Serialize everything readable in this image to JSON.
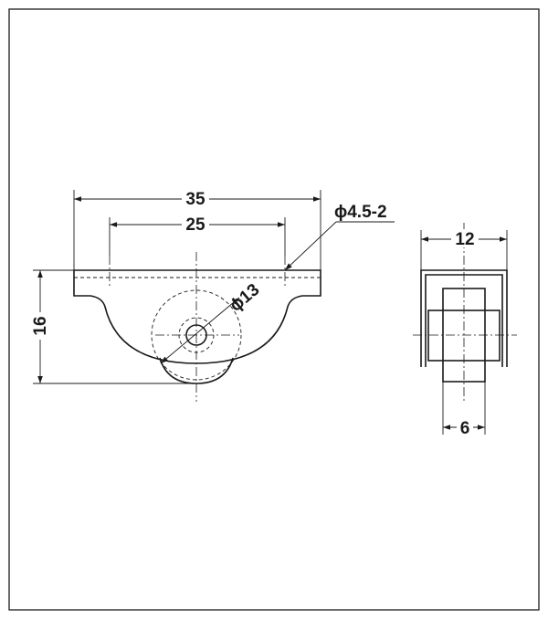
{
  "diagram": {
    "front_view": {
      "dim_overall_width": "35",
      "dim_hole_pitch": "25",
      "dim_height": "16",
      "dim_wheel_dia": "ϕ13",
      "dim_hole_callout": "ϕ4.5-2"
    },
    "side_view": {
      "dim_bracket_width": "12",
      "dim_wheel_width": "6"
    }
  }
}
